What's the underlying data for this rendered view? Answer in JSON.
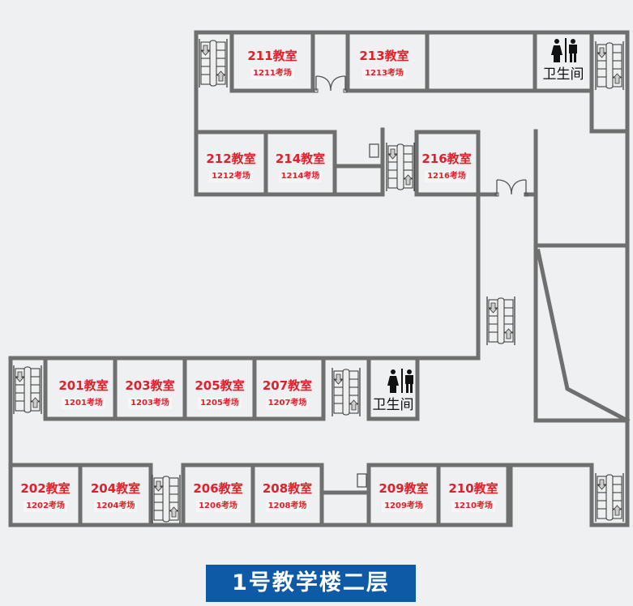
{
  "title": "1号教学楼二层",
  "colors": {
    "wall": "#6f6f6f",
    "room_text": "#e0202a",
    "banner": "#0f5aa6",
    "background": "#eef0f2"
  },
  "rooms": [
    {
      "id": "211",
      "name": "211教室",
      "exam": "1211考场"
    },
    {
      "id": "213",
      "name": "213教室",
      "exam": "1213考场"
    },
    {
      "id": "212",
      "name": "212教室",
      "exam": "1212考场"
    },
    {
      "id": "214",
      "name": "214教室",
      "exam": "1214考场"
    },
    {
      "id": "216",
      "name": "216教室",
      "exam": "1216考场"
    },
    {
      "id": "201",
      "name": "201教室",
      "exam": "1201考场"
    },
    {
      "id": "203",
      "name": "203教室",
      "exam": "1203考场"
    },
    {
      "id": "205",
      "name": "205教室",
      "exam": "1205考场"
    },
    {
      "id": "207",
      "name": "207教室",
      "exam": "1207考场"
    },
    {
      "id": "202",
      "name": "202教室",
      "exam": "1202考场"
    },
    {
      "id": "204",
      "name": "204教室",
      "exam": "1204考场"
    },
    {
      "id": "206",
      "name": "206教室",
      "exam": "1206考场"
    },
    {
      "id": "208",
      "name": "208教室",
      "exam": "1208考场"
    },
    {
      "id": "209",
      "name": "209教室",
      "exam": "1209考场"
    },
    {
      "id": "210",
      "name": "210教室",
      "exam": "1210考场"
    }
  ],
  "restrooms": [
    {
      "label": "卫生间",
      "icon": "restroom-icon"
    },
    {
      "label": "卫生间",
      "icon": "restroom-icon"
    }
  ],
  "icons": {
    "stairs": "stairs-icon",
    "door": "double-door-icon",
    "restroom": "restroom-icon"
  }
}
